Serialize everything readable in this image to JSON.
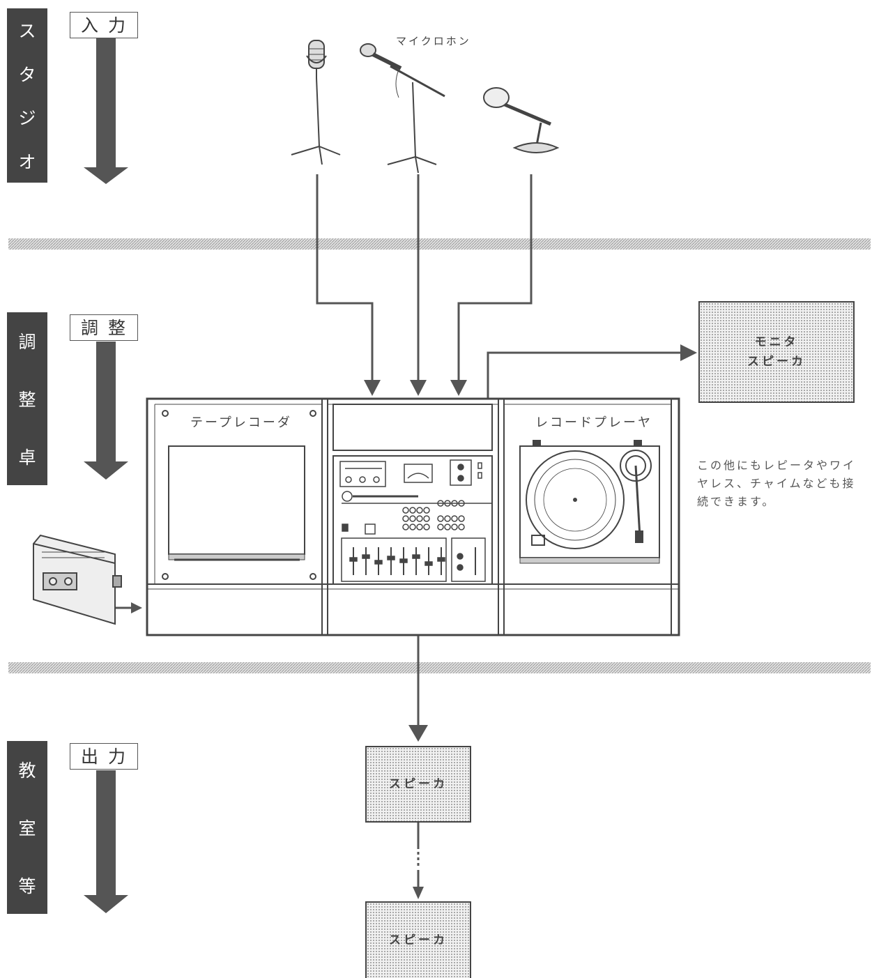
{
  "sections": [
    {
      "name": "スタジオ",
      "chars": [
        "ス",
        "タ",
        "ジ",
        "オ"
      ],
      "tag": "入力"
    },
    {
      "name": "調整卓",
      "chars": [
        "調",
        "整",
        "卓"
      ],
      "tag": "調整"
    },
    {
      "name": "教室等",
      "chars": [
        "教",
        "室",
        "等"
      ],
      "tag": "出力"
    }
  ],
  "microphone_caption": "マイクロホン",
  "monitor_speaker": {
    "line1": "モニタ",
    "line2": "スピーカ"
  },
  "console": {
    "tape_recorder": "テープレコーダ",
    "record_player": "レコードプレーヤ"
  },
  "note_lines": [
    "この他にもレピータやワイ",
    "ヤレス、チャイムなども接",
    "続できます。"
  ],
  "speaker_1": "スピーカ",
  "speaker_2": "スピーカ",
  "colors": {
    "band": "#444444",
    "arrow": "#555555",
    "hatch": "#cccccc"
  }
}
